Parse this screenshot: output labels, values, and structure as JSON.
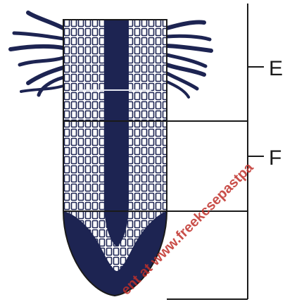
{
  "diagram": {
    "labels": {
      "zone_upper": "E",
      "zone_middle": "F"
    },
    "watermark": "ent at www.freekcsepastpa",
    "colors": {
      "ink": "#1d2452",
      "outline": "#1a1a1a",
      "watermark": "#c0302a",
      "background": "#ffffff"
    }
  }
}
